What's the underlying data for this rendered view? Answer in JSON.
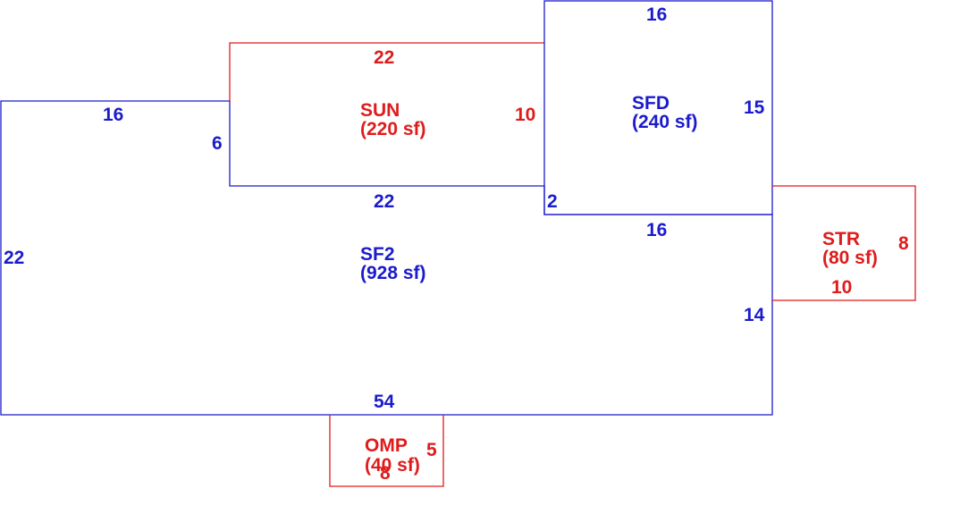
{
  "colors": {
    "blue": "#1b1bcc",
    "red": "#e01b1b",
    "background": "#ffffff"
  },
  "areas": {
    "sf2": {
      "name": "SF2",
      "size": "(928 sf)",
      "color": "blue"
    },
    "sun": {
      "name": "SUN",
      "size": "(220 sf)",
      "color": "red"
    },
    "sfd": {
      "name": "SFD",
      "size": "(240 sf)",
      "color": "blue"
    },
    "str": {
      "name": "STR",
      "size": "(80 sf)",
      "color": "red"
    },
    "omp": {
      "name": "OMP",
      "size": "(40 sf)",
      "color": "red"
    }
  },
  "dimensions": {
    "sf2_top": "16",
    "sf2_left": "22",
    "sf2_bottom": "54",
    "sf2_right": "14",
    "sf2_step": "6",
    "sf2_notch": "2",
    "sun_top": "22",
    "sun_bottom": "22",
    "sun_right": "10",
    "sfd_top": "16",
    "sfd_right": "15",
    "sfd_bottom": "16",
    "str_right": "8",
    "str_bottom": "10",
    "omp_right": "5",
    "omp_bottom": "8"
  }
}
